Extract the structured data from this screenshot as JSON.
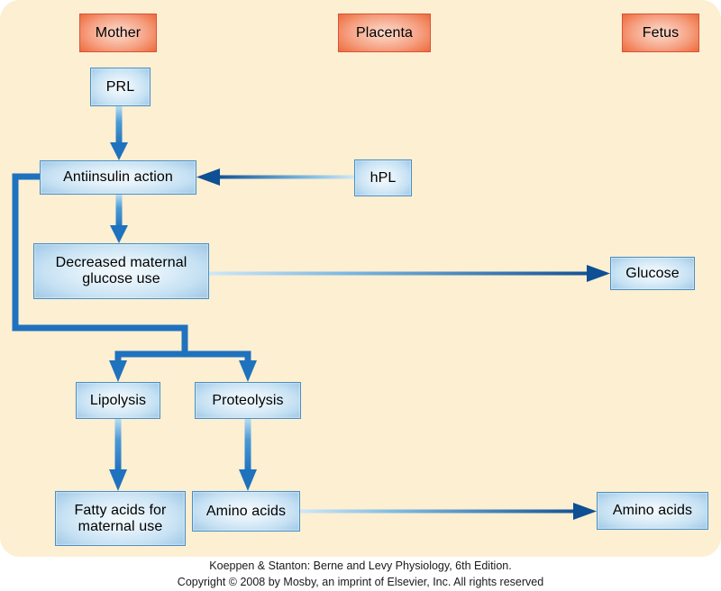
{
  "figure": {
    "background_color": "#fcefd2",
    "accent_blue": "#2b72b5",
    "accent_red": "#ef7b52"
  },
  "columns": [
    {
      "id": "mother",
      "label": "Mother"
    },
    {
      "id": "placenta",
      "label": "Placenta"
    },
    {
      "id": "fetus",
      "label": "Fetus"
    }
  ],
  "nodes": [
    {
      "id": "prl",
      "label": "PRL"
    },
    {
      "id": "antiinsulin",
      "label": "Antiinsulin action"
    },
    {
      "id": "hpl",
      "label": "hPL"
    },
    {
      "id": "decreased",
      "label": "Decreased maternal glucose use"
    },
    {
      "id": "glucose",
      "label": "Glucose"
    },
    {
      "id": "lipolysis",
      "label": "Lipolysis"
    },
    {
      "id": "proteolysis",
      "label": "Proteolysis"
    },
    {
      "id": "fatty_acids",
      "label": "Fatty acids for maternal use"
    },
    {
      "id": "amino_acids_mat",
      "label": "Amino acids"
    },
    {
      "id": "amino_acids_fet",
      "label": "Amino acids"
    }
  ],
  "node_labels": {
    "prl": "PRL",
    "antiinsulin": "Antiinsulin action",
    "hpl": "hPL",
    "decreased_line1": "Decreased maternal",
    "decreased_line2": "glucose use",
    "glucose": "Glucose",
    "lipolysis": "Lipolysis",
    "proteolysis": "Proteolysis",
    "fatty_line1": "Fatty acids for",
    "fatty_line2": "maternal use",
    "amino_acids_mat": "Amino acids",
    "amino_acids_fet": "Amino acids"
  },
  "edges": [
    {
      "id": "prl-to-antiinsulin",
      "from": "prl",
      "to": "antiinsulin",
      "style": "solid-thick"
    },
    {
      "id": "hpl-to-antiinsulin",
      "from": "hpl",
      "to": "antiinsulin",
      "style": "gradient-thin"
    },
    {
      "id": "antiinsulin-to-decreased",
      "from": "antiinsulin",
      "to": "decreased",
      "style": "solid-thick"
    },
    {
      "id": "decreased-to-glucose",
      "from": "decreased",
      "to": "glucose",
      "style": "gradient-thin"
    },
    {
      "id": "antiinsulin-to-lipolysis",
      "from": "antiinsulin",
      "to": "lipolysis",
      "style": "elbow-thick"
    },
    {
      "id": "antiinsulin-to-proteolysis",
      "from": "antiinsulin",
      "to": "proteolysis",
      "style": "elbow-thick"
    },
    {
      "id": "lipolysis-to-fatty-acids",
      "from": "lipolysis",
      "to": "fatty_acids",
      "style": "solid-thick"
    },
    {
      "id": "proteolysis-to-amino-acids",
      "from": "proteolysis",
      "to": "amino_acids_mat",
      "style": "solid-thick"
    },
    {
      "id": "amino-acids-to-fetal-amino",
      "from": "amino_acids_mat",
      "to": "amino_acids_fet",
      "style": "gradient-thin"
    }
  ],
  "caption": {
    "line1": "Koeppen & Stanton: Berne and Levy Physiology, 6th Edition.",
    "line2": "Copyright © 2008 by Mosby, an imprint of Elsevier, Inc. All rights reserved"
  }
}
